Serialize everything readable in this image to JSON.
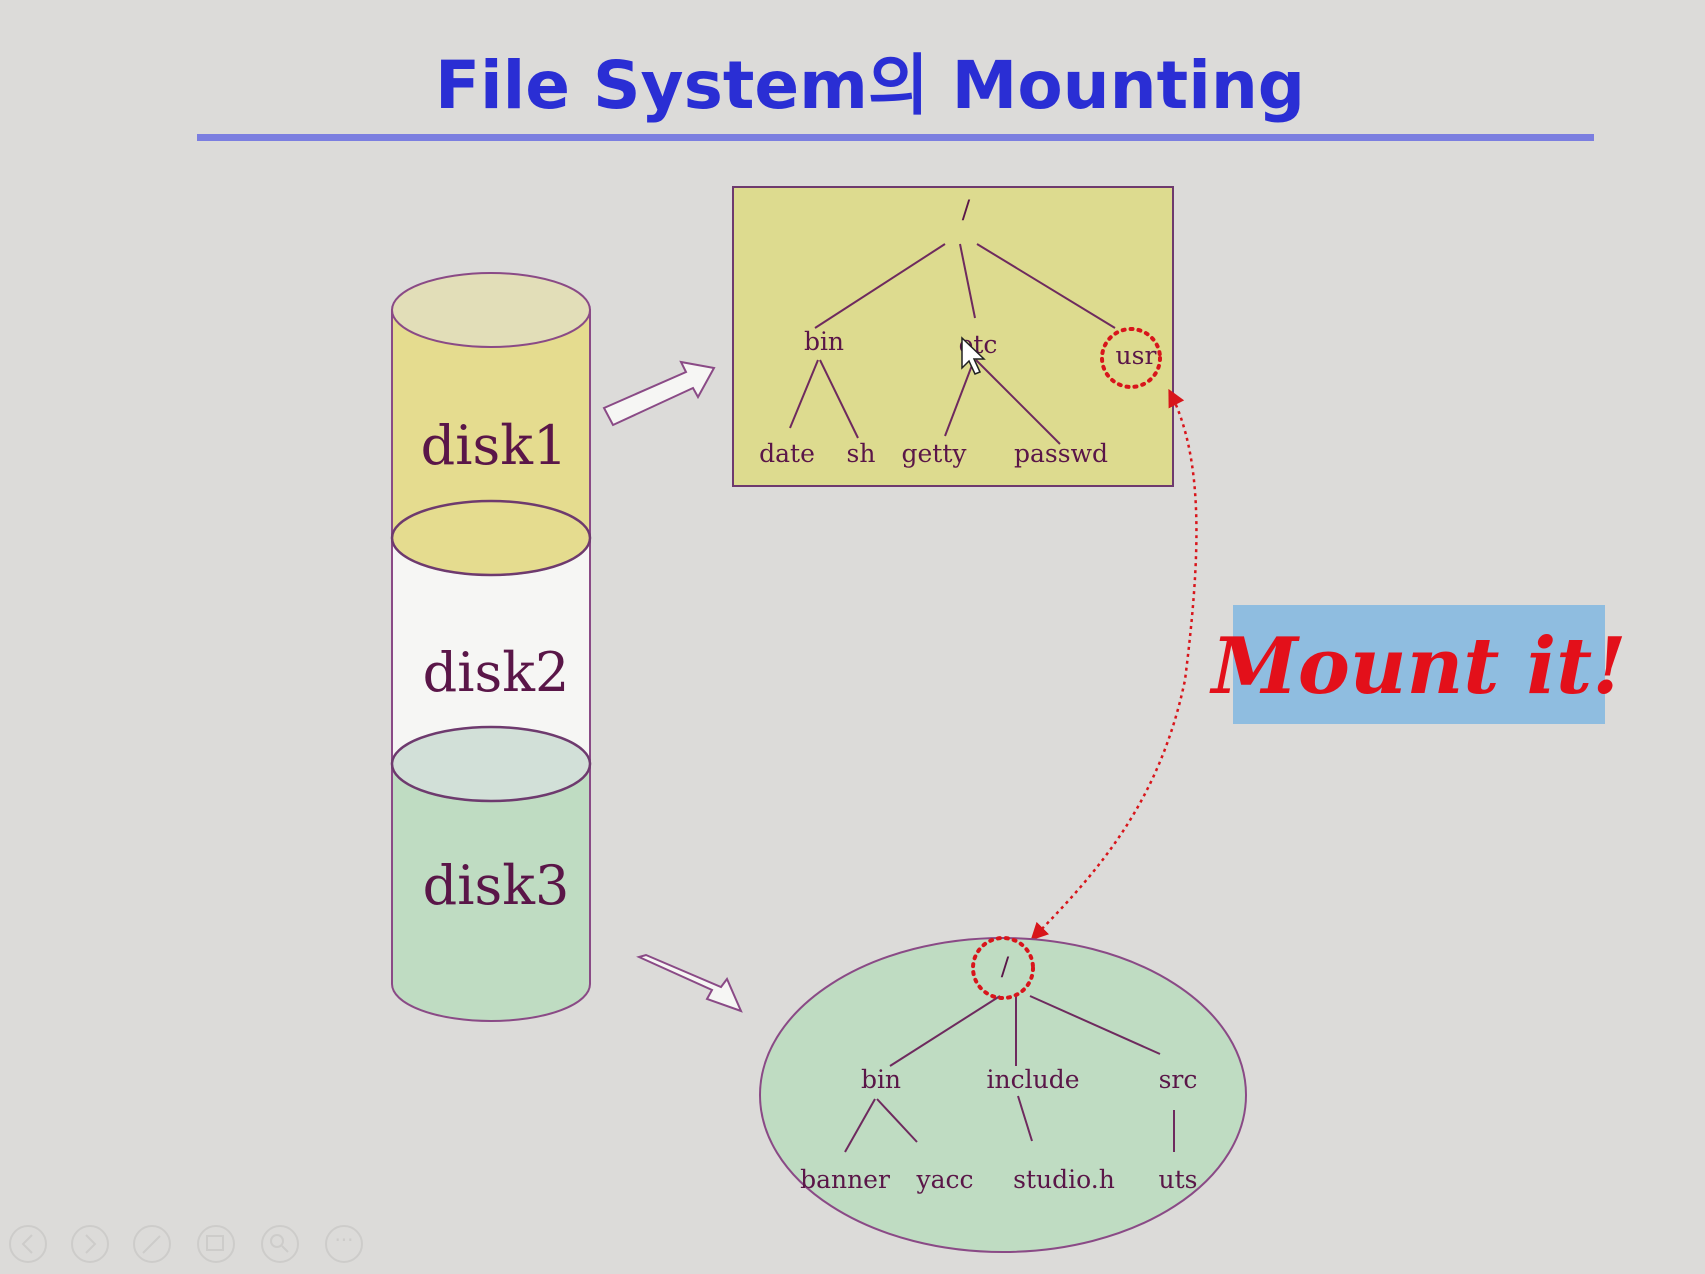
{
  "slide": {
    "title": "File System의 Mounting",
    "callout": "Mount it!",
    "colors": {
      "background": "#dcdbd9",
      "title": "#2a2ed4",
      "rule": "#7b7ee0",
      "disk1_fill": "#e5dc8f",
      "disk3_fill": "#bfdcc2",
      "tree_box": "#dddb8f",
      "callout_bg": "#8fbde0",
      "callout_text": "#e3101a",
      "mount_link": "#d8151b"
    }
  },
  "disks": [
    "disk1",
    "disk2",
    "disk3"
  ],
  "tree1": {
    "root": "/",
    "children": [
      {
        "name": "bin",
        "children": [
          "date",
          "sh"
        ]
      },
      {
        "name": "etc",
        "children": [
          "getty",
          "passwd"
        ]
      },
      {
        "name": "usr",
        "children": []
      }
    ]
  },
  "tree2": {
    "root": "/",
    "children": [
      {
        "name": "bin",
        "children": [
          "banner",
          "yacc"
        ]
      },
      {
        "name": "include",
        "children": [
          "studio.h"
        ]
      },
      {
        "name": "src",
        "children": [
          "uts"
        ]
      }
    ]
  },
  "icons": [
    "nav-back-icon",
    "nav-forward-icon",
    "pen-icon",
    "slides-icon",
    "zoom-icon",
    "more-icon",
    "mouse-cursor-icon"
  ]
}
